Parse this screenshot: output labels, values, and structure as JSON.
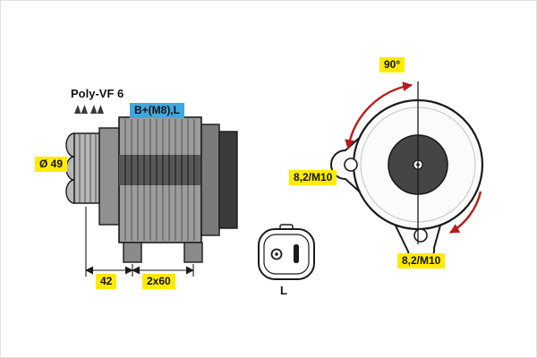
{
  "labels": {
    "belt_type": "Poly-VF 6",
    "terminal": "B+(M8),L",
    "pulley_diameter": "Ø 49",
    "dim_pulley_offset": "42",
    "dim_mount_spacing": "2x60",
    "mount_angle": "90°",
    "hole_left": "8,2/M10",
    "hole_bottom": "8,2/M10",
    "connector_pin": "L"
  },
  "icons": {
    "belt_profile": "poly-v-belt-profile-icon"
  },
  "colors": {
    "highlight_yellow": "#ffeb00",
    "highlight_blue": "#3fa9df",
    "arrow_red": "#bb1a1a",
    "line_dark": "#1a1a1a"
  }
}
